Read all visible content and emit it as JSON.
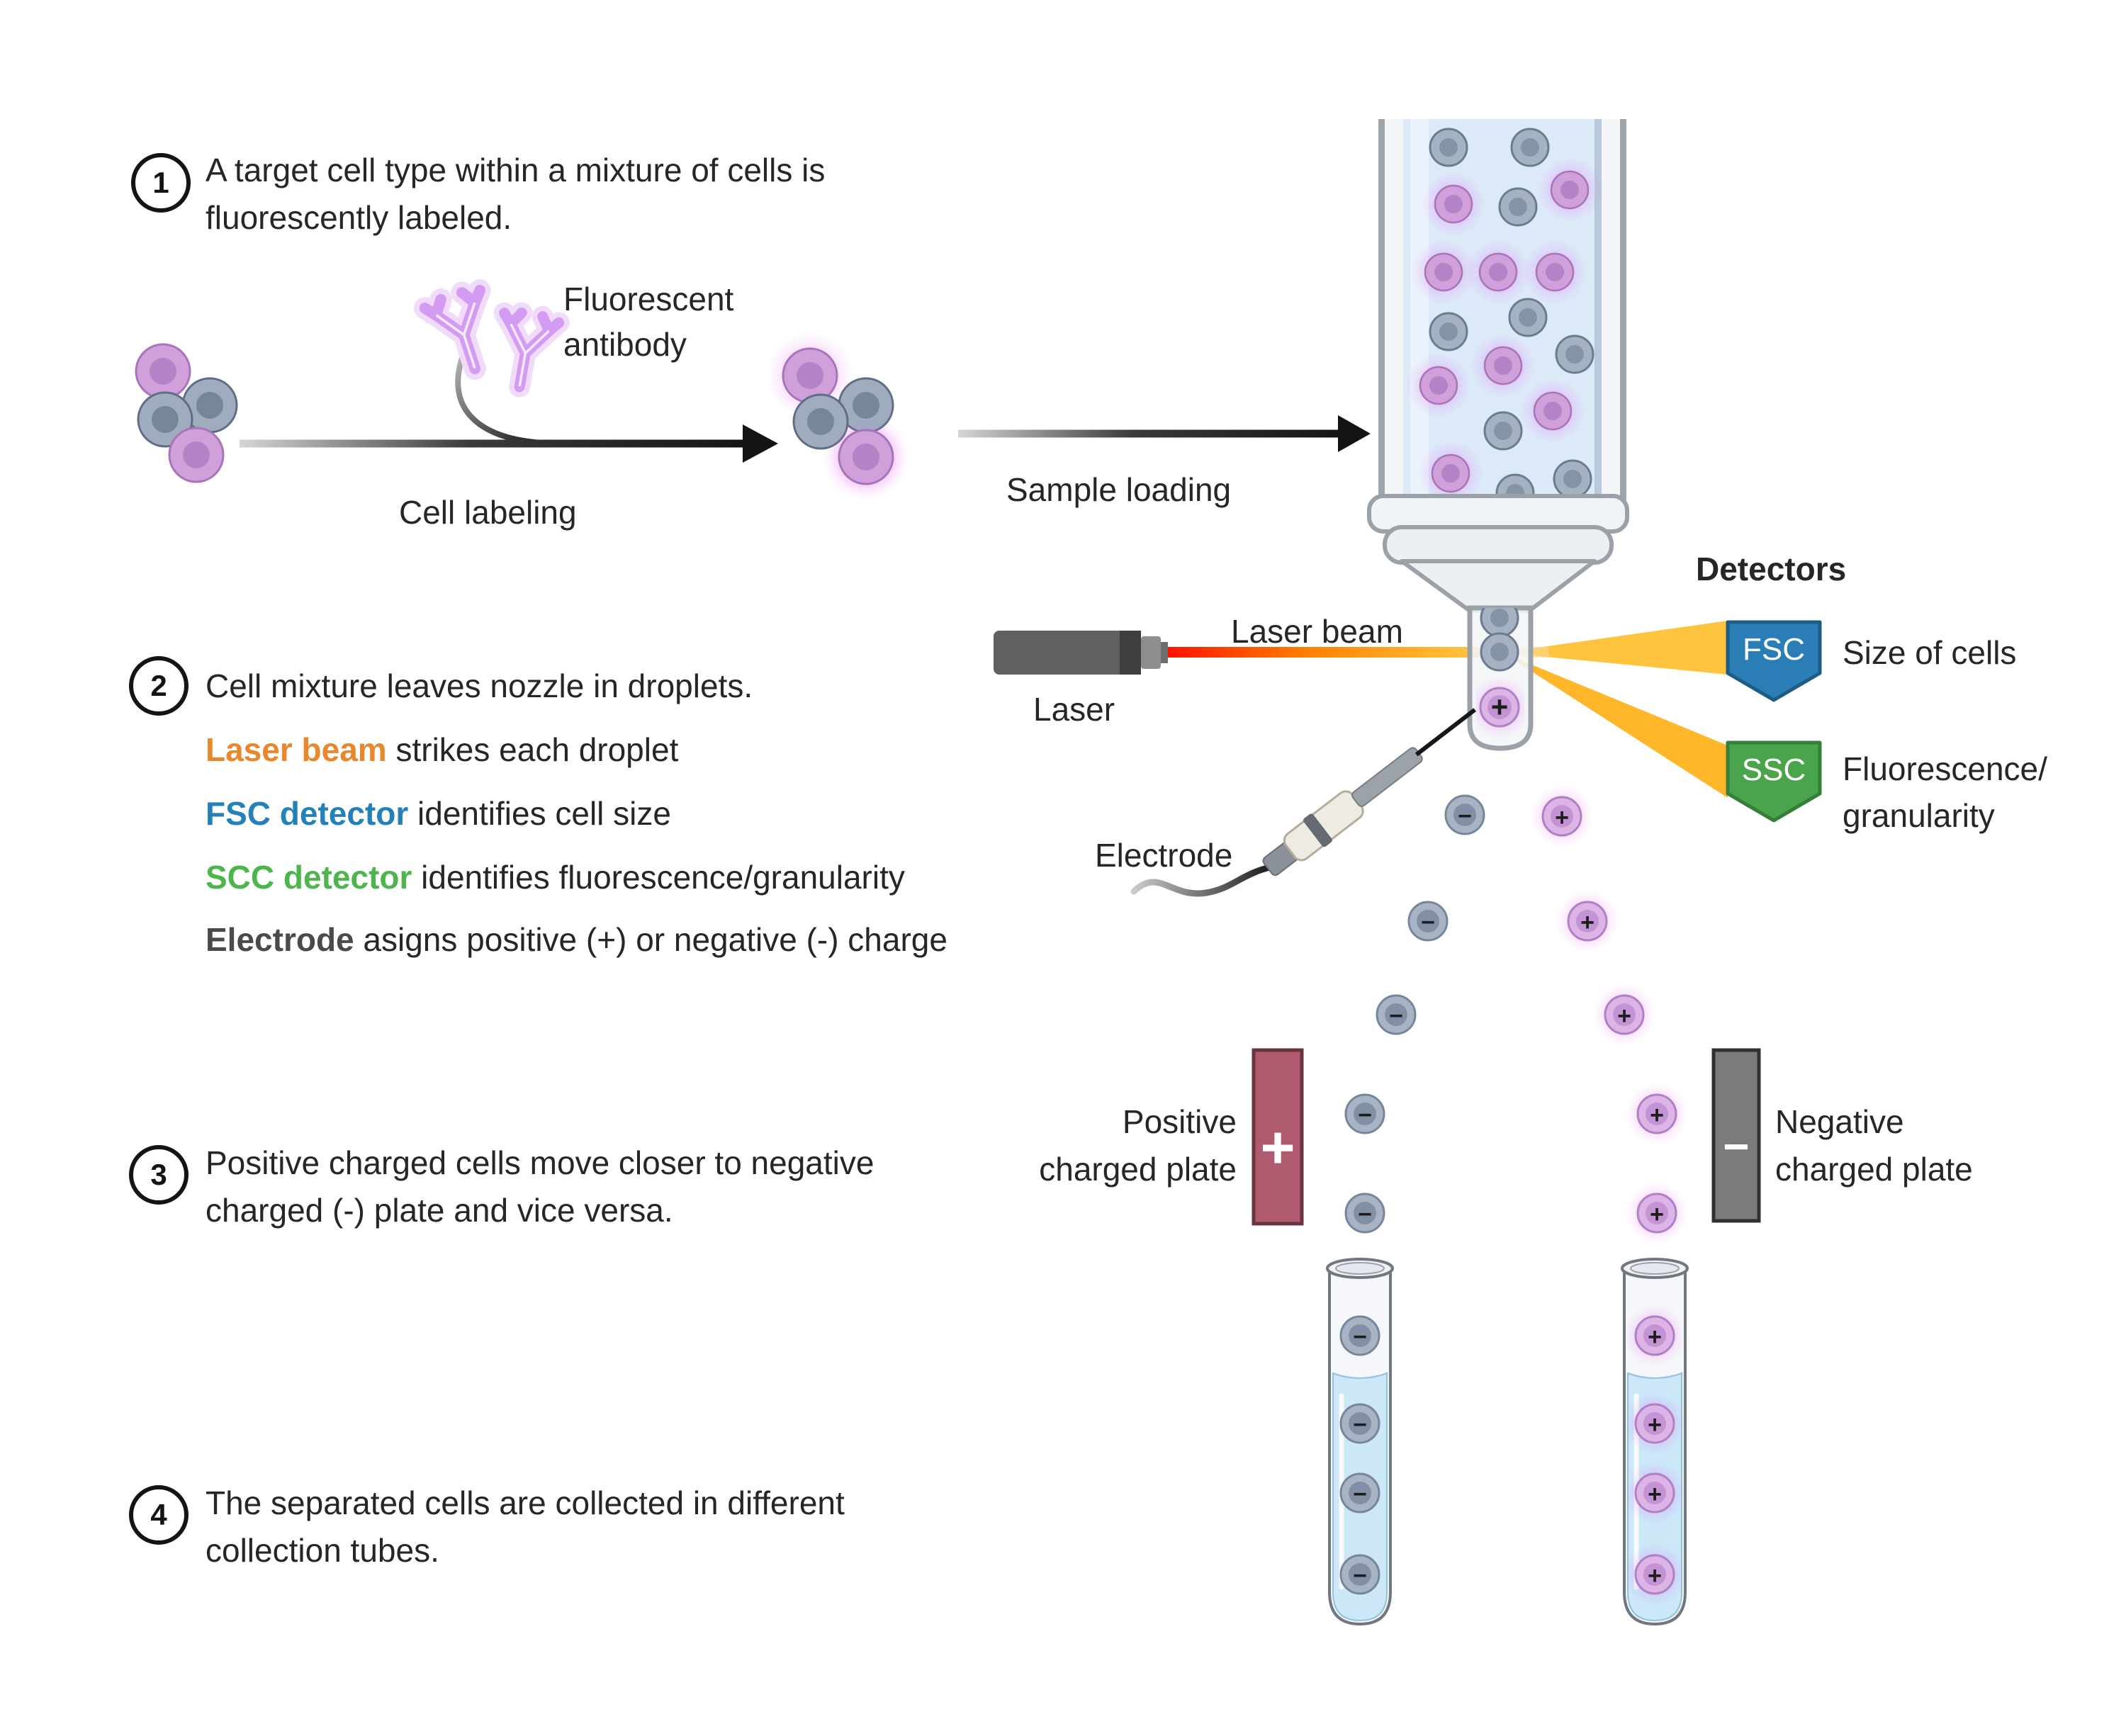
{
  "steps": [
    {
      "number": "1",
      "text": "A target cell type within a mixture of cells is fluorescently labeled."
    },
    {
      "number": "2",
      "title": "Cell mixture leaves nozzle in droplets.",
      "details": [
        {
          "keyword": "Laser beam",
          "rest": " strikes each droplet",
          "color": "#E8872B"
        },
        {
          "keyword": "FSC detector",
          "rest": " identifies cell size",
          "color": "#2380B9"
        },
        {
          "keyword": "SCC detector",
          "rest": " identifies fluorescence/granularity",
          "color": "#4CB64C"
        },
        {
          "keyword": "Electrode",
          "rest": " asigns positive (+) or negative (-) charge",
          "color": "#4A4A4A"
        }
      ]
    },
    {
      "number": "3",
      "text": "Positive charged cells move closer to negative charged (-) plate and vice versa."
    },
    {
      "number": "4",
      "text": "The separated cells are collected in different collection tubes."
    }
  ],
  "stage1": {
    "antibody_label": "Fluorescent antibody",
    "arrow_label": "Cell labeling"
  },
  "stage2": {
    "arrow_label": "Sample loading"
  },
  "laser": {
    "device_label": "Laser",
    "beam_label": "Laser beam"
  },
  "electrode": {
    "label": "Electrode"
  },
  "detectors": {
    "title": "Detectors",
    "fsc_badge": "FSC",
    "fsc_desc": "Size of cells",
    "ssc_badge": "SSC",
    "ssc_desc_line1": "Fluorescence/",
    "ssc_desc_line2": "granularity"
  },
  "plates": {
    "positive_line1": "Positive",
    "positive_line2": "charged plate",
    "positive_symbol": "+",
    "negative_line1": "Negative",
    "negative_line2": "charged plate",
    "negative_symbol": "−"
  },
  "charges": {
    "plus": "+",
    "minus": "−"
  },
  "colors": {
    "laser_beam_keyword": "#E8872B",
    "fsc_keyword": "#2380B9",
    "scc_keyword": "#4CB64C",
    "electrode_keyword": "#4A4A4A",
    "fsc_badge": "#2B7EB5",
    "ssc_badge": "#4AA44C",
    "detector_beam": "#FFB21E",
    "laser_red": "#FF1C00",
    "laser_orange": "#FF8400",
    "positive_plate": "#AF5A6E",
    "negative_plate": "#7B7B7B",
    "purple_cell": "#CFA0D9",
    "gray_cell": "#9EACBE",
    "fluorescent_glow": "#E265F5",
    "tube_liquid": "#DCEAF8",
    "collection_liquid": "#CBE7F8"
  }
}
